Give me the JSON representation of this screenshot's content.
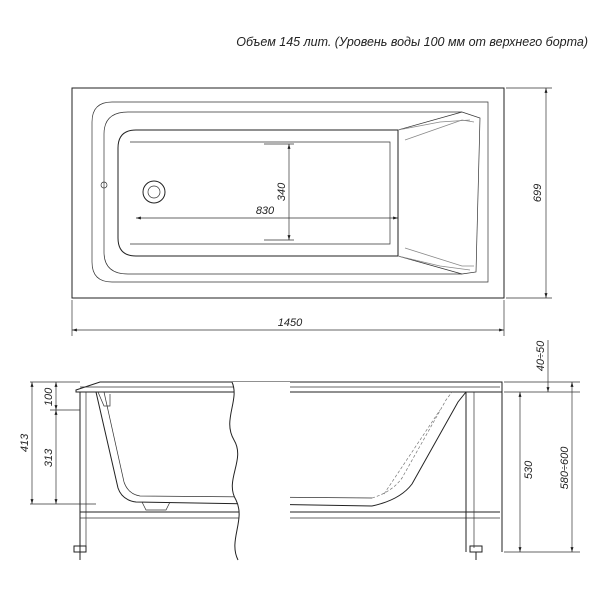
{
  "title": "Объем 145 лит. (Уровень воды 100 мм от верхнего борта)",
  "dimensions": {
    "total_length": "1450",
    "total_width": "699",
    "inner_length": "830",
    "inner_width": "340",
    "rim_height": "100",
    "total_height": "413",
    "depth": "313",
    "leg_adjust": "40÷50",
    "panel_height": "530",
    "overall_height": "580÷600"
  },
  "colors": {
    "line": "#222222",
    "background": "#ffffff"
  }
}
